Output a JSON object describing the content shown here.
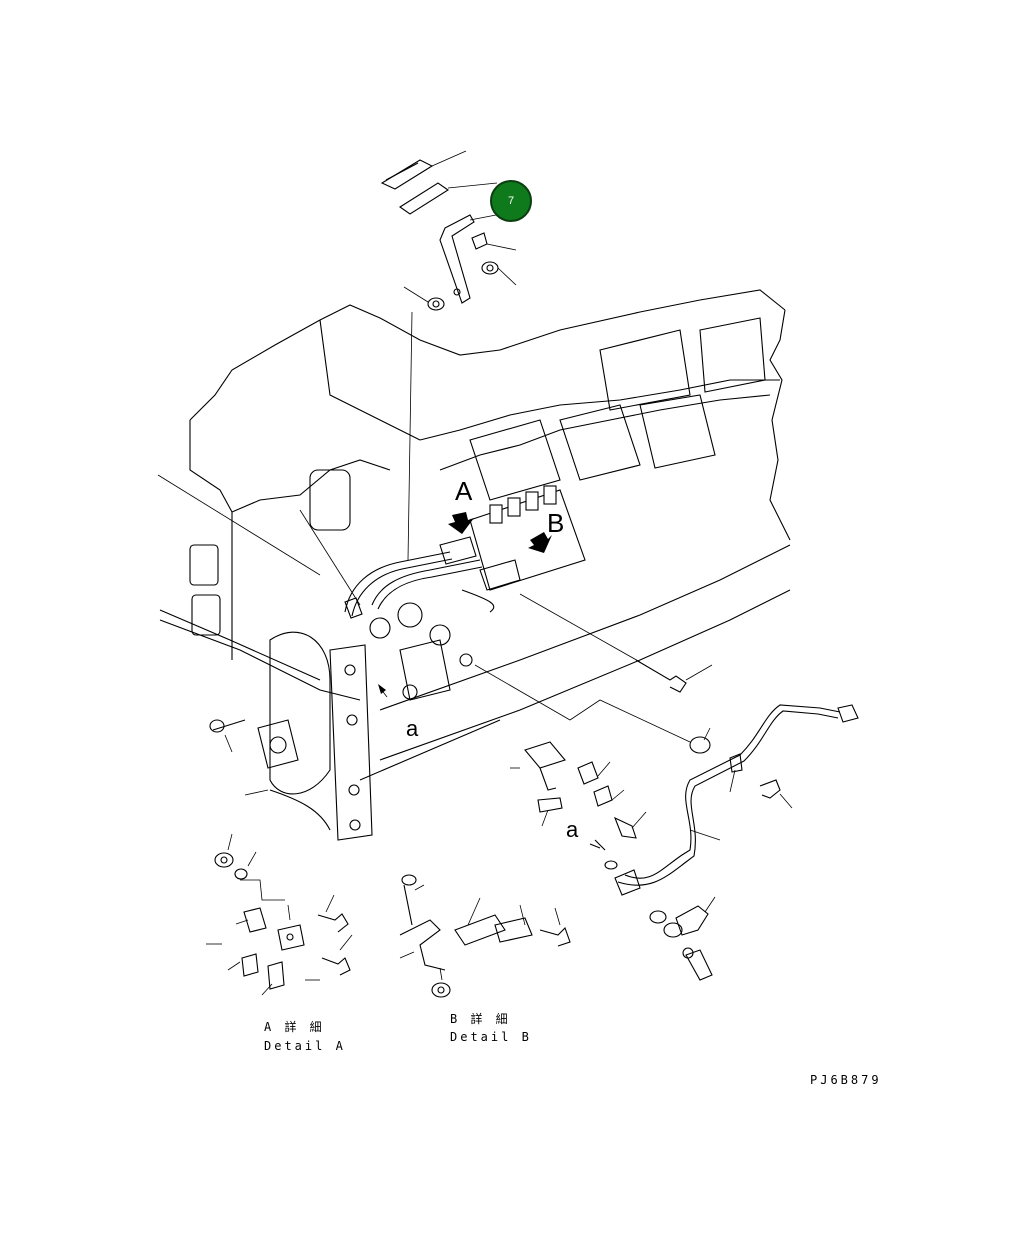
{
  "callout": {
    "number": "7",
    "color": "#0f7a1c"
  },
  "view_letters": {
    "view_a": "A",
    "view_b": "B",
    "small_a_upper": "a",
    "small_a_lower": "a"
  },
  "detail_a": {
    "title": "A 詳 細",
    "caption": "Detail A"
  },
  "detail_b": {
    "title": "B 詳 細",
    "caption": "Detail B"
  },
  "drawing_code": "PJ6B879"
}
